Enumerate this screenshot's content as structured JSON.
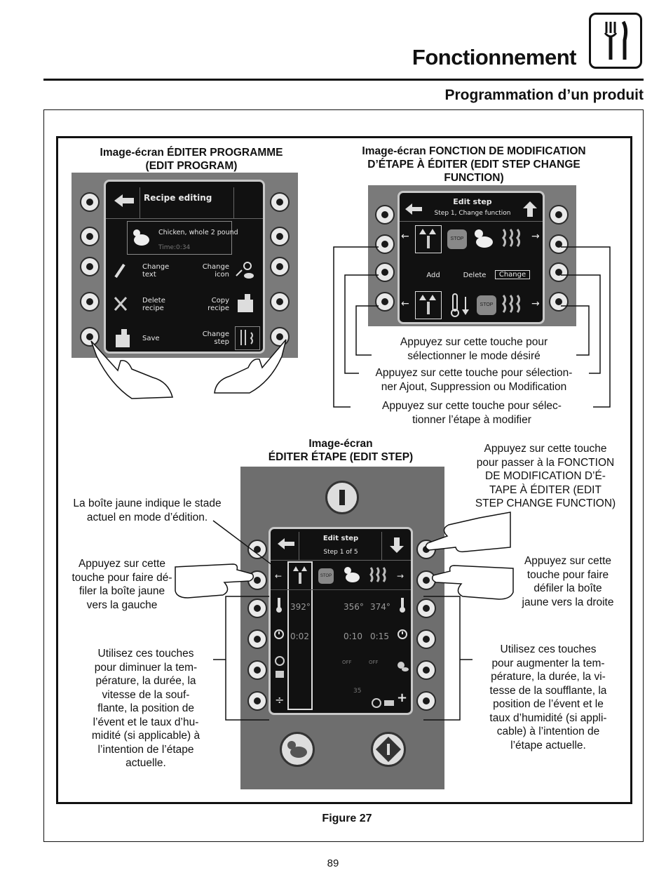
{
  "header": {
    "title": "Fonctionnement",
    "subtitle": "Programmation d’un produit"
  },
  "edit_program": {
    "caption": [
      "Image-écran ÉDITER PROGRAMME",
      "(EDIT PROGRAM)"
    ],
    "screen": {
      "title": "Recipe editing",
      "recipe_name": "Chicken, whole 2 pound",
      "time": "Time:0:34",
      "change_text": [
        "Change",
        "text"
      ],
      "change_icon": [
        "Change",
        "icon"
      ],
      "delete_recipe": [
        "Delete",
        "recipe"
      ],
      "copy_recipe": [
        "Copy",
        "recipe"
      ],
      "save": "Save",
      "change_step": [
        "Change",
        "step"
      ]
    }
  },
  "edit_step_change": {
    "caption": [
      "Image-écran FONCTION DE MODIFICATION",
      "D’ÉTAPE À ÉDITER (EDIT STEP CHANGE",
      "FUNCTION)"
    ],
    "screen": {
      "title": "Edit step",
      "subtitle": "Step 1, Change function",
      "add": "Add",
      "delete": "Delete",
      "change": "Change",
      "stop": "STOP"
    },
    "notes": {
      "mode": [
        "Appuyez sur cette touche pour",
        "sélectionner le mode désiré"
      ],
      "add_delete": [
        "Appuyez sur cette touche pour sélection-",
        "ner Ajout, Suppression ou Modification"
      ],
      "step": [
        "Appuyez sur cette touche pour sélec-",
        "tionner l’étape à modifier"
      ]
    }
  },
  "edit_step": {
    "caption": [
      "Image-écran",
      "ÉDITER ÉTAPE (EDIT STEP)"
    ],
    "screen": {
      "title": "Edit step",
      "subtitle": "Step 1 of 5",
      "stop": "STOP",
      "temp1": "392°",
      "temp2": "356°",
      "temp3": "374°",
      "time1": "0:02",
      "time2": "0:10",
      "time3": "0:15",
      "off1": "OFF",
      "off2": "OFF",
      "num": "35"
    },
    "notes": {
      "yellow_box": [
        "La boîte jaune indique le stade",
        "actuel en mode d’édition."
      ],
      "scroll_left": [
        "Appuyez sur cette",
        "touche pour faire dé-",
        "filer la boîte jaune",
        "vers la gauche"
      ],
      "scroll_right": [
        "Appuyez sur cette",
        "touche pour faire",
        "défiler la boîte",
        "jaune vers la droite"
      ],
      "change_function": [
        "Appuyez sur cette touche",
        "pour passer à la FONCTION",
        "DE MODIFICATION D’É-",
        "TAPE À ÉDITER (EDIT",
        "STEP CHANGE FUNCTION)"
      ],
      "decrease": [
        "Utilisez ces touches",
        "pour diminuer la tem-",
        "pérature, la durée, la",
        "vitesse de la souf-",
        "flante, la position de",
        "l’évent et le taux d’hu-",
        "midité (si applicable) à",
        "l’intention de l’étape",
        "actuelle."
      ],
      "increase": [
        "Utilisez ces touches",
        "pour augmenter la tem-",
        "pérature, la durée, la vi-",
        "tesse de la soufflante, la",
        "position de l’évent et le",
        "taux d’humidité (si appli-",
        "cable) à l’intention de",
        "l’étape actuelle."
      ]
    }
  },
  "figure_label": "Figure 27",
  "page_number": "89"
}
